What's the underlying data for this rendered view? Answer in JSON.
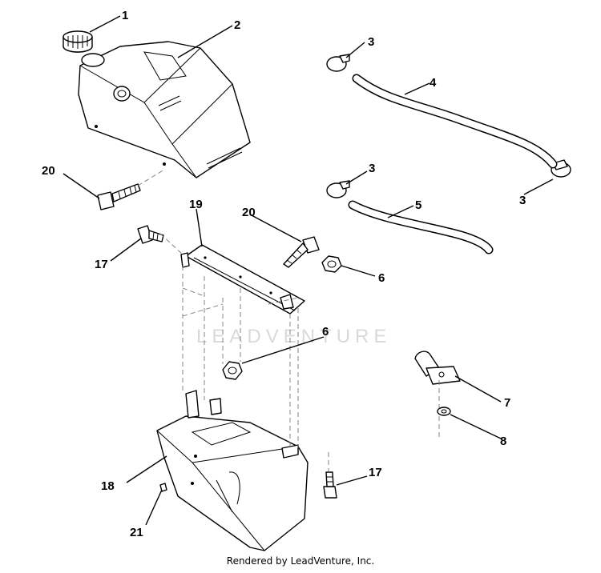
{
  "watermark": "LEADVENTURE",
  "footer": "Rendered by LeadVenture, Inc.",
  "callouts": {
    "c1": "1",
    "c2": "2",
    "c3a": "3",
    "c3b": "3",
    "c3c": "3",
    "c4": "4",
    "c5": "5",
    "c6a": "6",
    "c6b": "6",
    "c7": "7",
    "c8": "8",
    "c17a": "17",
    "c17b": "17",
    "c18": "18",
    "c19": "19",
    "c20a": "20",
    "c20b": "20",
    "c21": "21"
  }
}
